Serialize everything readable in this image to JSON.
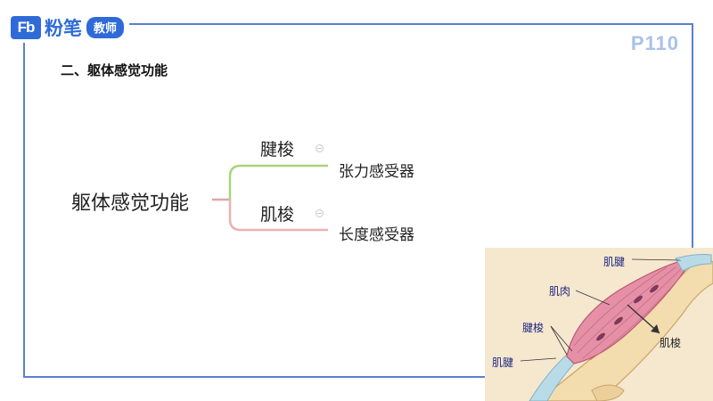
{
  "header": {
    "logo_mark": "Fb",
    "logo_brand": "粉笔",
    "logo_tag": "教师",
    "page_number": "P110"
  },
  "section": {
    "title": "二、躯体感觉功能"
  },
  "mindmap": {
    "root": "躯体感觉功能",
    "branches": [
      {
        "label": "腱梭",
        "child": "张力感受器",
        "color": "#a9d37a"
      },
      {
        "label": "肌梭",
        "child": "长度感受器",
        "color": "#e7b3b3"
      }
    ]
  },
  "illustration": {
    "labels": {
      "tendon_top": "肌腱",
      "muscle": "肌肉",
      "spindle": "腱梭",
      "tendon_bottom": "肌腱",
      "spindle_right": "肌梭"
    }
  },
  "colors": {
    "frame": "#5b7fd0",
    "brand": "#2f6bd8",
    "page_number": "#a9c1ea"
  }
}
